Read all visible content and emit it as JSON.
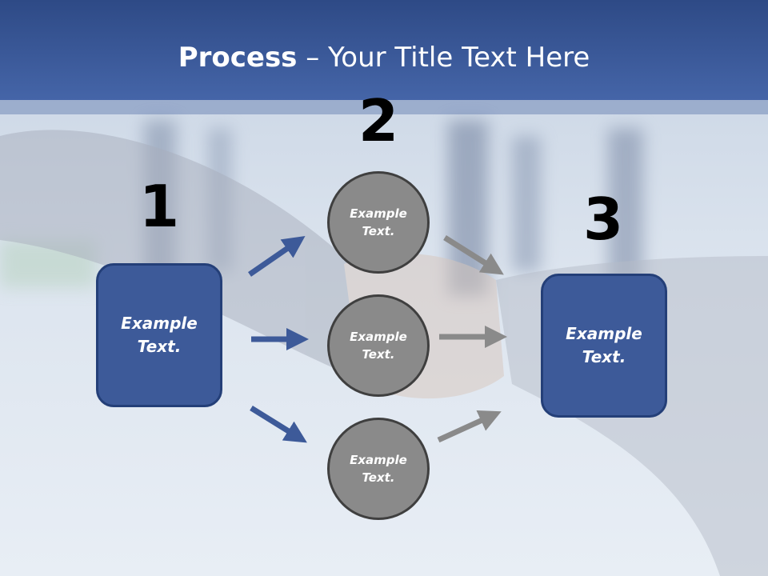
{
  "title": {
    "bold": "Process",
    "rest": " – Your Title Text Here"
  },
  "steps": [
    {
      "number": "1",
      "text": "Example Text."
    },
    {
      "number": "2",
      "text": "Example Text."
    },
    {
      "number": "3",
      "text": "Example Text."
    }
  ],
  "circles": [
    {
      "text": "Example Text."
    },
    {
      "text": "Example Text."
    },
    {
      "text": "Example Text."
    }
  ],
  "colors": {
    "blue": "#3d5a99",
    "gray": "#8a8a8a",
    "header": "#3b5796"
  }
}
